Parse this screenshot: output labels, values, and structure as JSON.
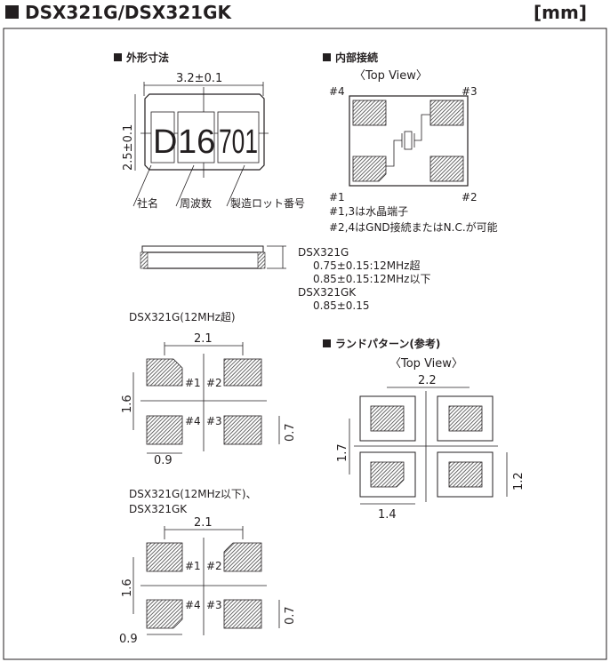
{
  "title": "DSX321G/DSX321GK",
  "unit": "[mm]",
  "outline": {
    "heading": "外形寸法",
    "width_dim": "3.2±0.1",
    "height_dim": "2.5±0.1",
    "marking": [
      "D",
      "16",
      "701"
    ],
    "marking_labels": [
      "社名",
      "周波数",
      "製造ロット番号"
    ]
  },
  "thickness": {
    "lines": [
      "DSX321G",
      "0.75±0.15:12MHz超",
      "0.85±0.15:12MHz以下",
      "DSX321GK",
      "0.85±0.15"
    ]
  },
  "internal": {
    "heading": "内部接続",
    "view": "〈Top View〉",
    "pins": [
      "#1",
      "#2",
      "#3",
      "#4"
    ],
    "notes": [
      "#1,3は水晶端子",
      "#2,4はGND接続またはN.C.が可能"
    ]
  },
  "footprint_a": {
    "caption": "DSX321G(12MHz超)",
    "dim_h": "2.1",
    "dim_v": "1.6",
    "dim_pad_w": "0.9",
    "dim_pad_h": "0.7",
    "pins": [
      "#1",
      "#2",
      "#3",
      "#4"
    ]
  },
  "footprint_b": {
    "caption": [
      "DSX321G(12MHz以下)、",
      "DSX321GK"
    ],
    "dim_h": "2.1",
    "dim_v": "1.6",
    "dim_pad_w": "0.9",
    "dim_pad_h": "0.7",
    "pins": [
      "#1",
      "#2",
      "#3",
      "#4"
    ]
  },
  "land": {
    "heading": "ランドパターン(参考)",
    "view": "〈Top View〉",
    "dim_h": "2.2",
    "dim_v": "1.7",
    "dim_pad_h": "1.2",
    "dim_pad_w": "1.4"
  }
}
